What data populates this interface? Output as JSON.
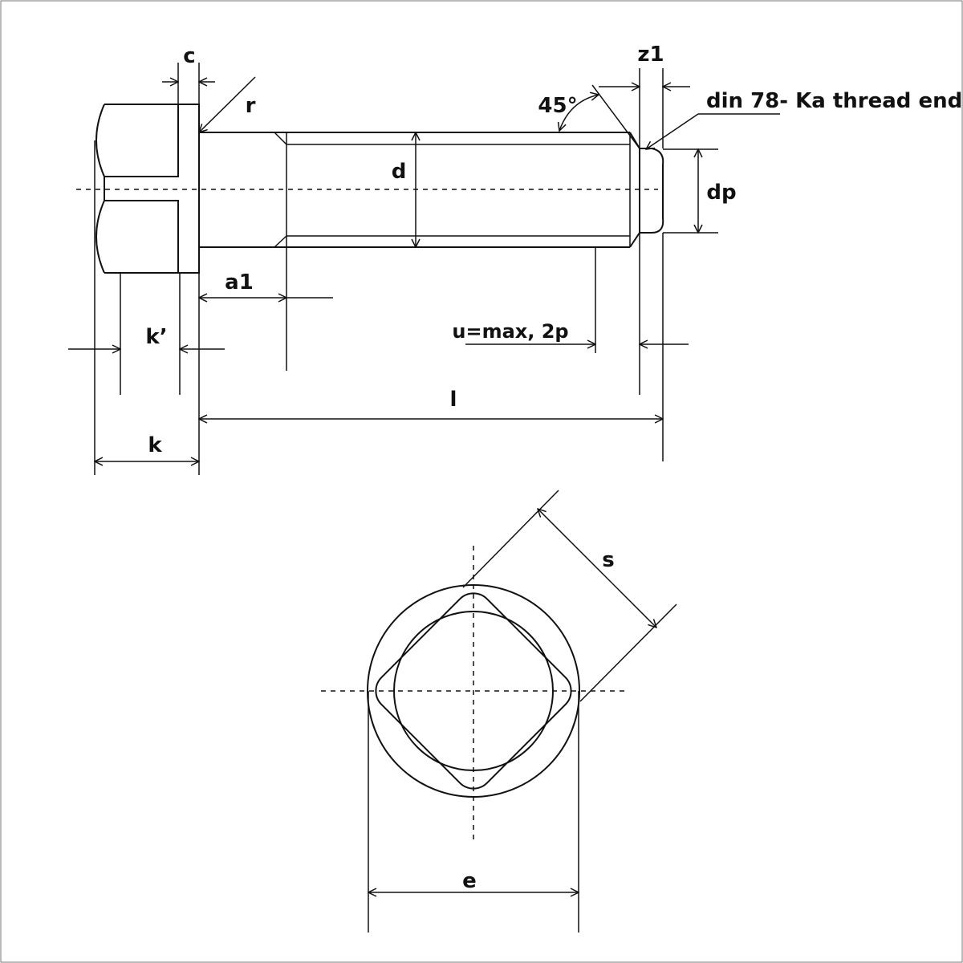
{
  "labels": {
    "c": "c",
    "z1": "z1",
    "r": "r",
    "angle": "45°",
    "thread_end": "din 78- Ka thread end",
    "d": "d",
    "dp": "dp",
    "a1": "a1",
    "u": "u=max, 2p",
    "k_prime": "k’",
    "l": "l",
    "k": "k",
    "s": "s",
    "e": "e"
  }
}
